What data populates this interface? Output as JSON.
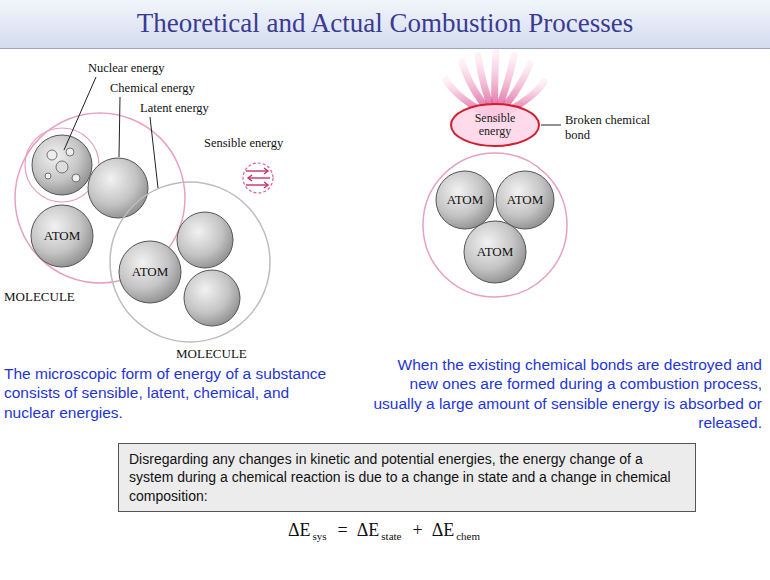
{
  "diagram": {
    "title": "Theoretical and Actual Combustion Processes",
    "nodes": [
      {
        "text": [
          "ATOM"
        ]
      },
      {
        "text": [
          "ATOM"
        ]
      },
      {
        "text": [
          "Sensible energy"
        ]
      },
      {
        "text": [
          "ATOM"
        ]
      },
      {
        "text": [
          "ATOM"
        ]
      },
      {
        "text": [
          "ATOM"
        ]
      },
      {
        "text": [
          "Disregarding any changes in kinetic and potential energies, the energy change of a system during a chemical reaction is due to a change in state and a change in chemical composition:"
        ]
      }
    ],
    "labels": [
      "Nuclear energy",
      "Chemical energy",
      "Latent energy",
      "Sensible energy",
      "MOLECULE",
      "MOLECULE",
      "The microscopic form of energy of a substance consists of sensible, latent, chemical, and nuclear energies.",
      "Broken chemical bond",
      "When the existing chemical bonds are destroyed and new ones are formed during a combustion process, usually a large amount of sensible energy is absorbed or released.",
      "ΔE",
      "sys",
      "=",
      "ΔE",
      "state",
      "+",
      "ΔE",
      "chem"
    ]
  }
}
